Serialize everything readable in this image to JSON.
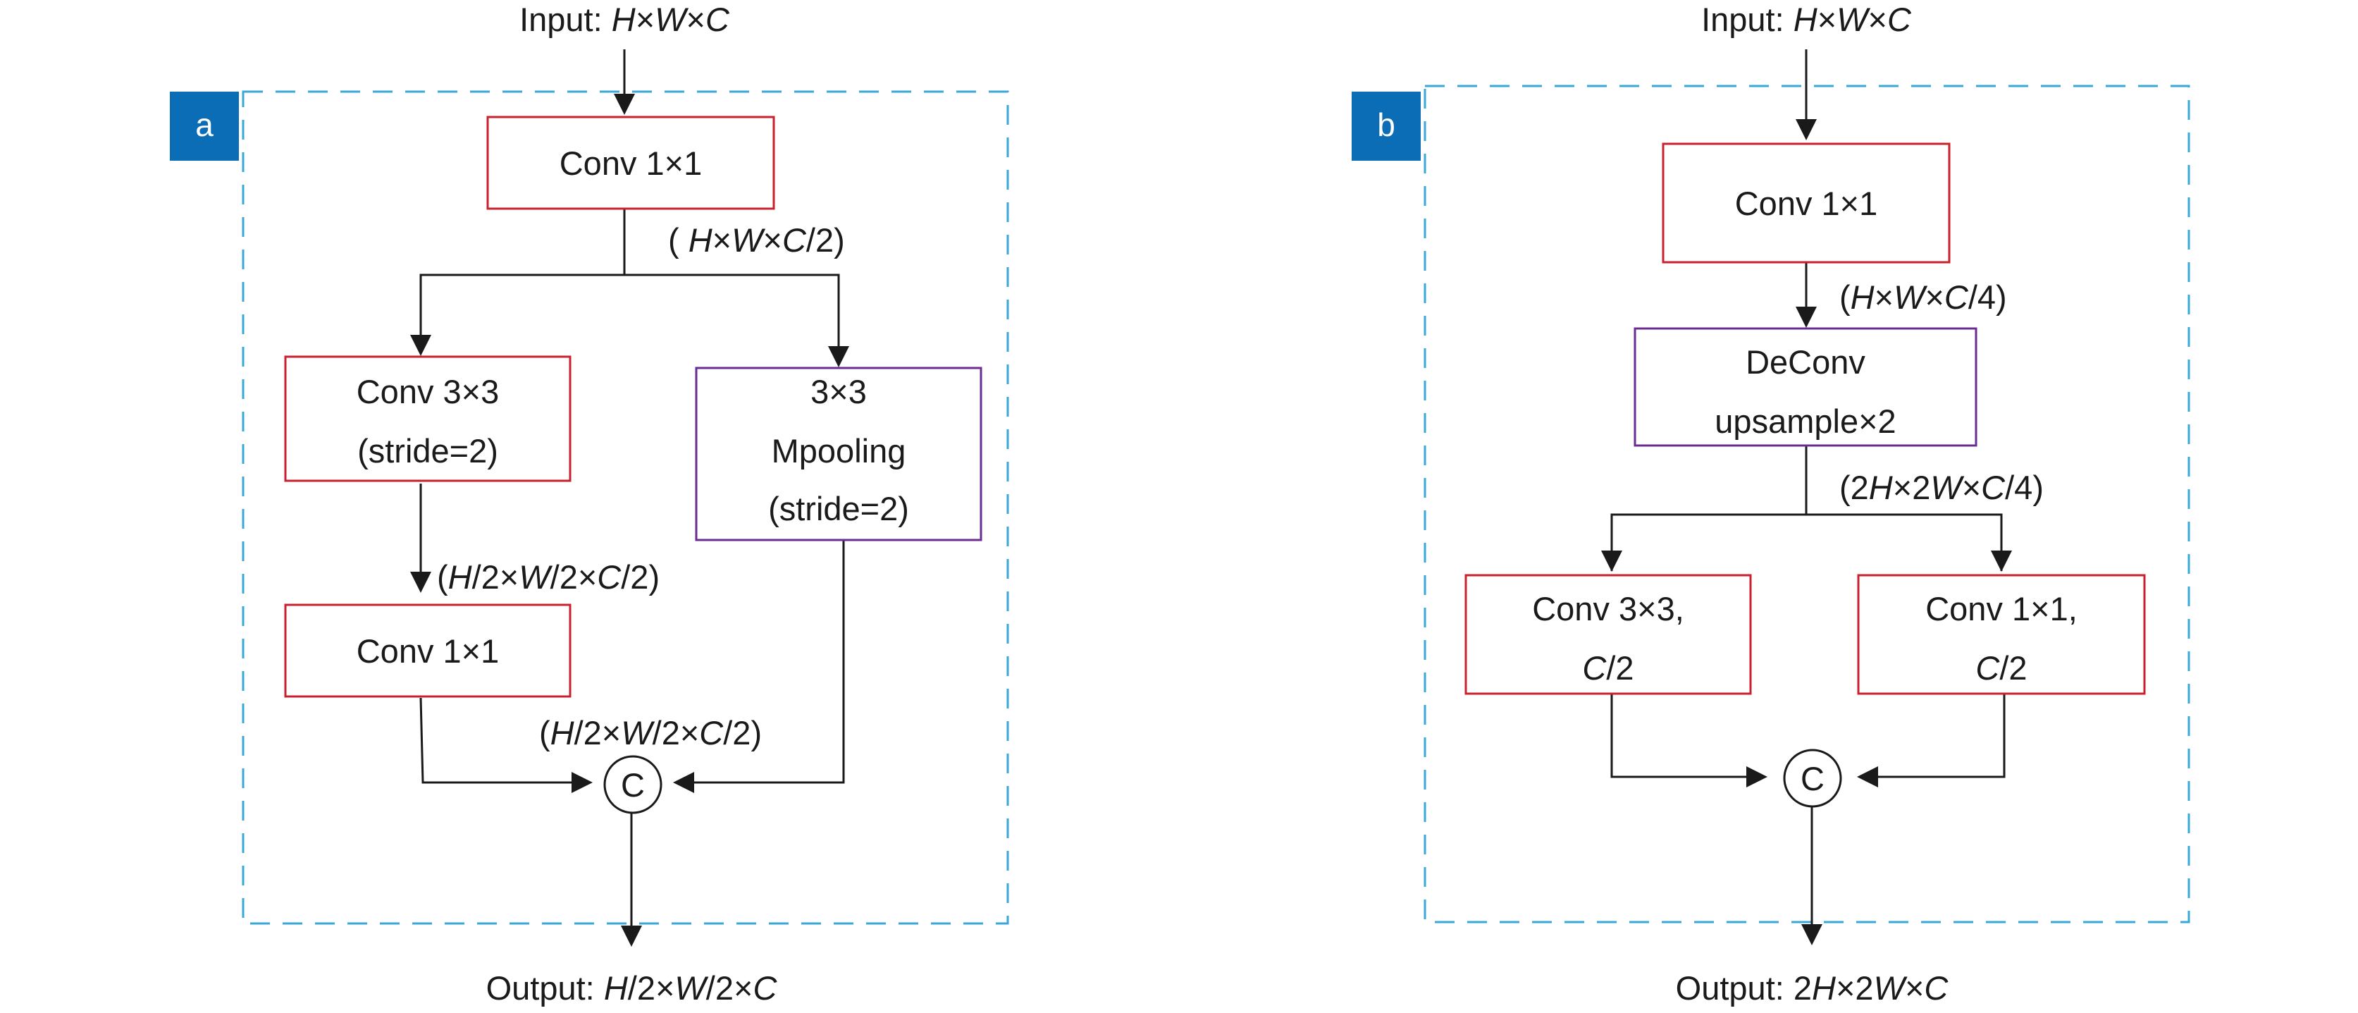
{
  "colors": {
    "conv_border": "#c8202f",
    "pool_border": "#6a2c91",
    "dashed_frame": "#3aa7d9",
    "tag_background": "#0a6db5",
    "line": "#1a1a1a"
  },
  "panel_a": {
    "tag": "a",
    "input": [
      "Input: ",
      "H",
      "×",
      "W",
      "×",
      "C"
    ],
    "conv1": [
      "Conv 1×1"
    ],
    "shape1": [
      "( ",
      "H",
      "×",
      "W",
      "×",
      "C",
      "/2)"
    ],
    "conv3": [
      "Conv 3×3",
      "(stride=2)"
    ],
    "pool": [
      "3×3",
      "Mpooling",
      "(stride=2)"
    ],
    "shape2": [
      "(",
      "H",
      "/2×",
      "W",
      "/2×",
      "C",
      "/2)"
    ],
    "conv1b": [
      "Conv 1×1"
    ],
    "shape3": [
      "(",
      "H",
      "/2×",
      "W",
      "/2×",
      "C",
      "/2)"
    ],
    "concat": "C",
    "output": [
      "Output: ",
      "H",
      "/2×",
      "W",
      "/2×",
      "C"
    ]
  },
  "panel_b": {
    "tag": "b",
    "input": [
      "Input: ",
      "H",
      "×",
      "W",
      "×",
      "C"
    ],
    "conv1": [
      "Conv 1×1"
    ],
    "shape1": [
      "(",
      "H",
      "×",
      "W",
      "×",
      "C",
      "/4)"
    ],
    "deconv": [
      "DeConv",
      "upsample×2"
    ],
    "shape2": [
      "(2",
      "H",
      "×2",
      "W",
      "×",
      "C",
      "/4)"
    ],
    "conv3": [
      "Conv 3×3,",
      "C",
      "/2"
    ],
    "conv1b": [
      "Conv 1×1,",
      "C",
      "/2"
    ],
    "concat": "C",
    "output": [
      "Output: 2",
      "H",
      "×2",
      "W",
      "×",
      "C"
    ]
  }
}
